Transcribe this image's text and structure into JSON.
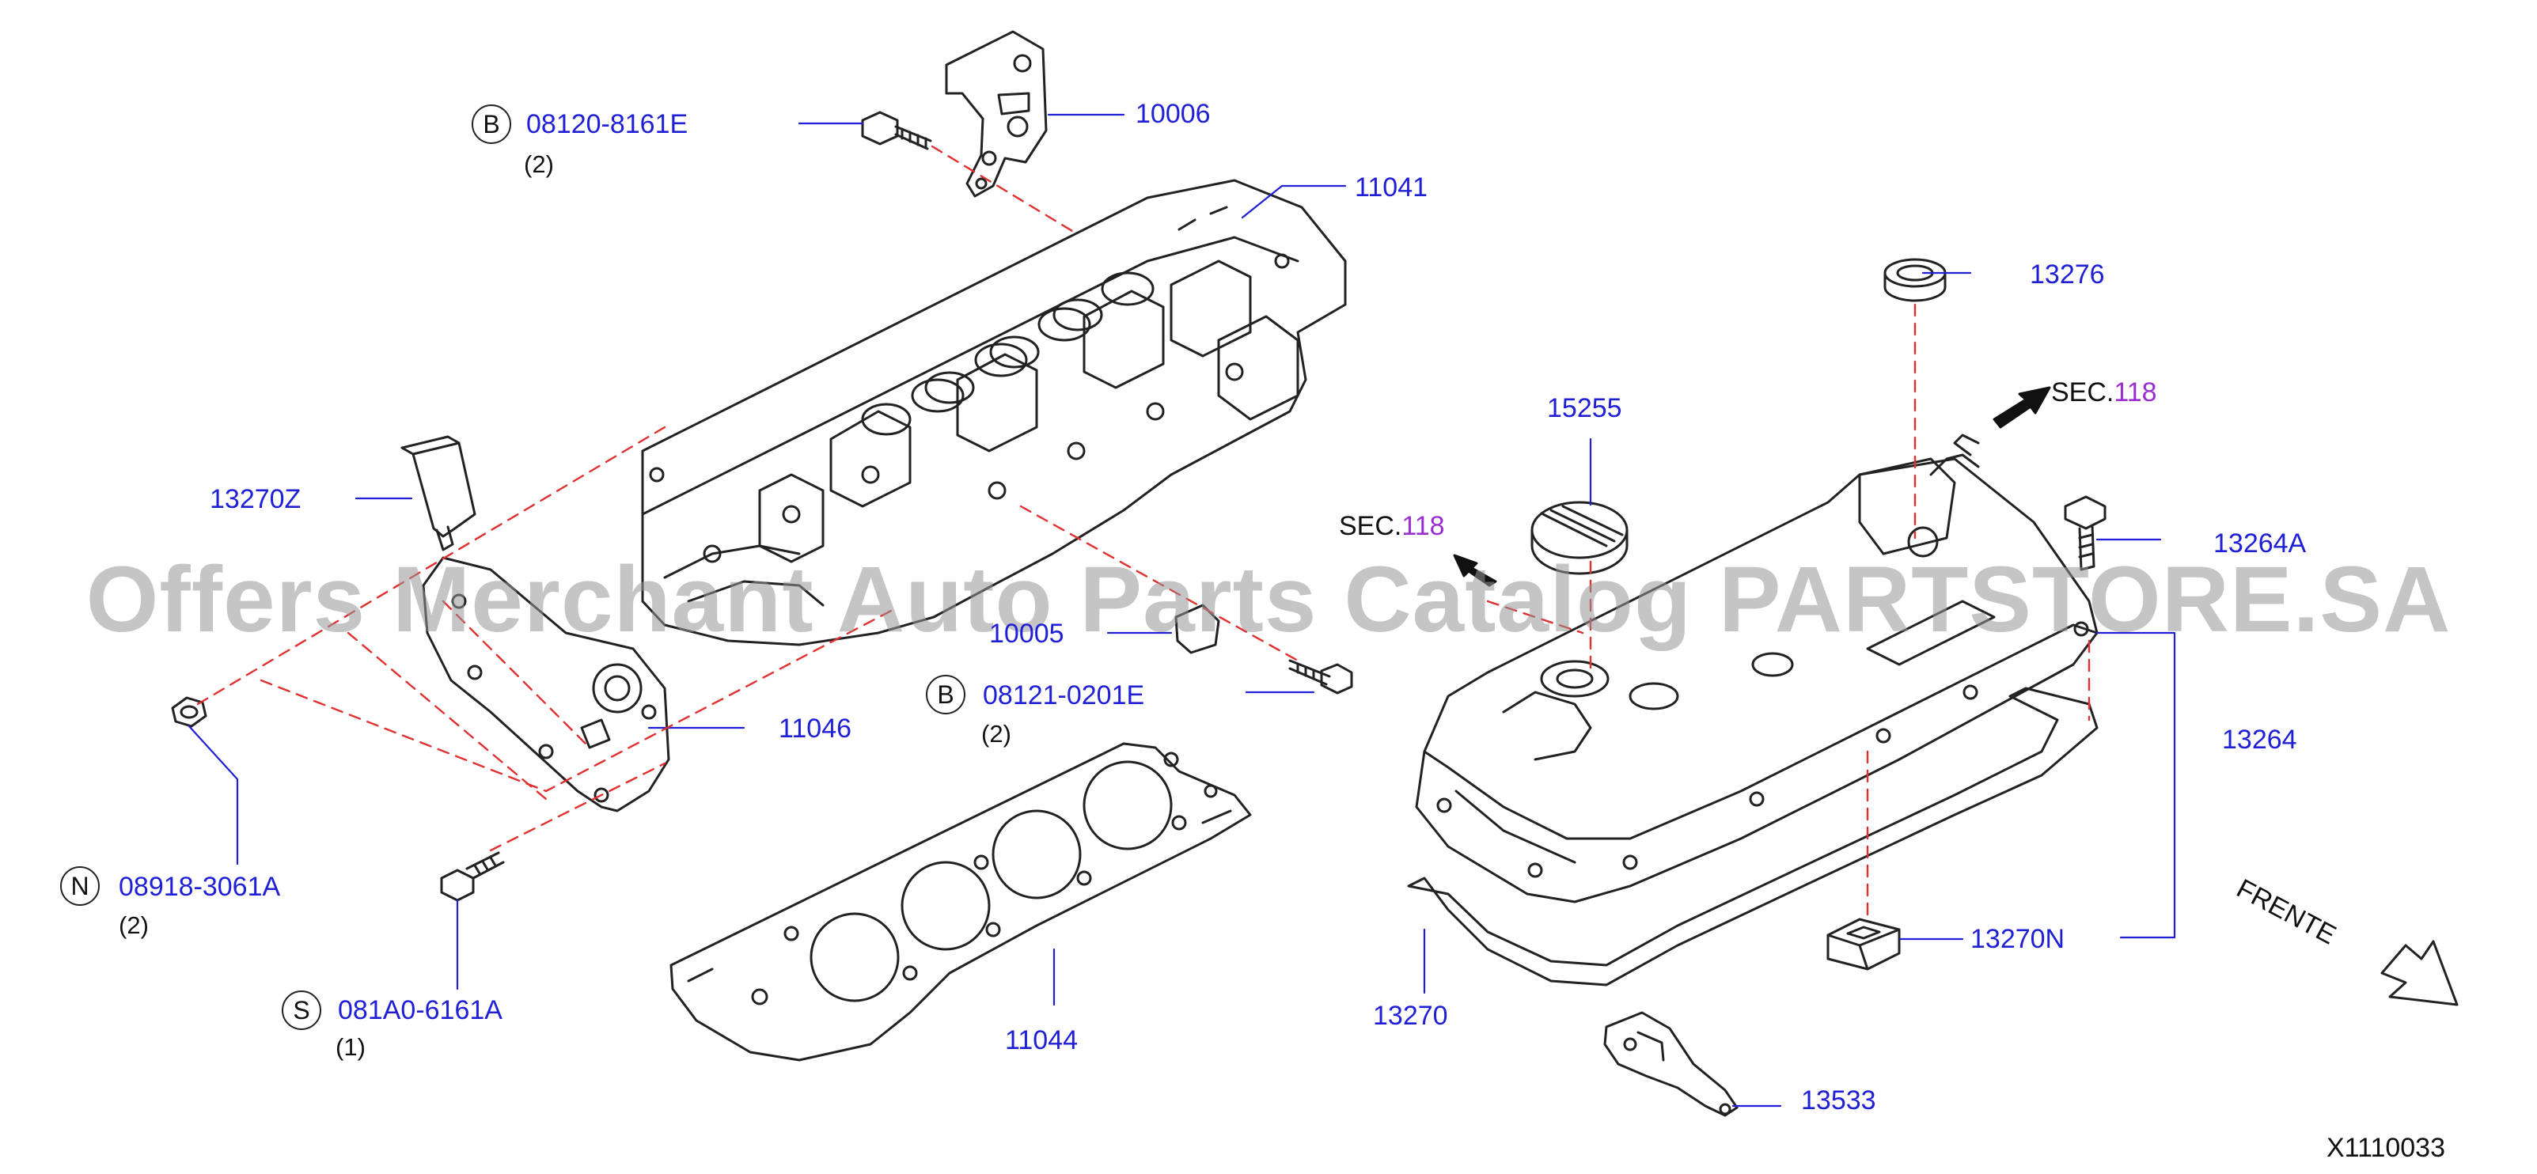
{
  "diagram_code": "X1110033",
  "watermark": "Offers Merchant Auto Parts Catalog PARTSTORE.SA",
  "direction_label": "FRENTE",
  "colors": {
    "part_number": "#1f1fd6",
    "section_number": "#9a2fd0",
    "dashed_line": "#e03030",
    "line_art": "#222222",
    "watermark": "#969696"
  },
  "section_refs": [
    {
      "prefix": "SEC.",
      "number": "118"
    },
    {
      "prefix": "SEC.",
      "number": "118"
    }
  ],
  "parts": {
    "p10006": "10006",
    "p11041": "11041",
    "p13276": "13276",
    "p15255": "15255",
    "p13270z": "13270Z",
    "p13264a": "13264A",
    "p10005": "10005",
    "p11046": "11046",
    "p13264": "13264",
    "p11044": "11044",
    "p13270n": "13270N",
    "p13270": "13270",
    "p13533": "13533"
  },
  "fasteners": [
    {
      "badge": "B",
      "part_number": "08120-8161E",
      "qty": "(2)"
    },
    {
      "badge": "B",
      "part_number": "08121-0201E",
      "qty": "(2)"
    },
    {
      "badge": "N",
      "part_number": "08918-3061A",
      "qty": "(2)"
    },
    {
      "badge": "S",
      "part_number": "081A0-6161A",
      "qty": "(1)"
    }
  ]
}
